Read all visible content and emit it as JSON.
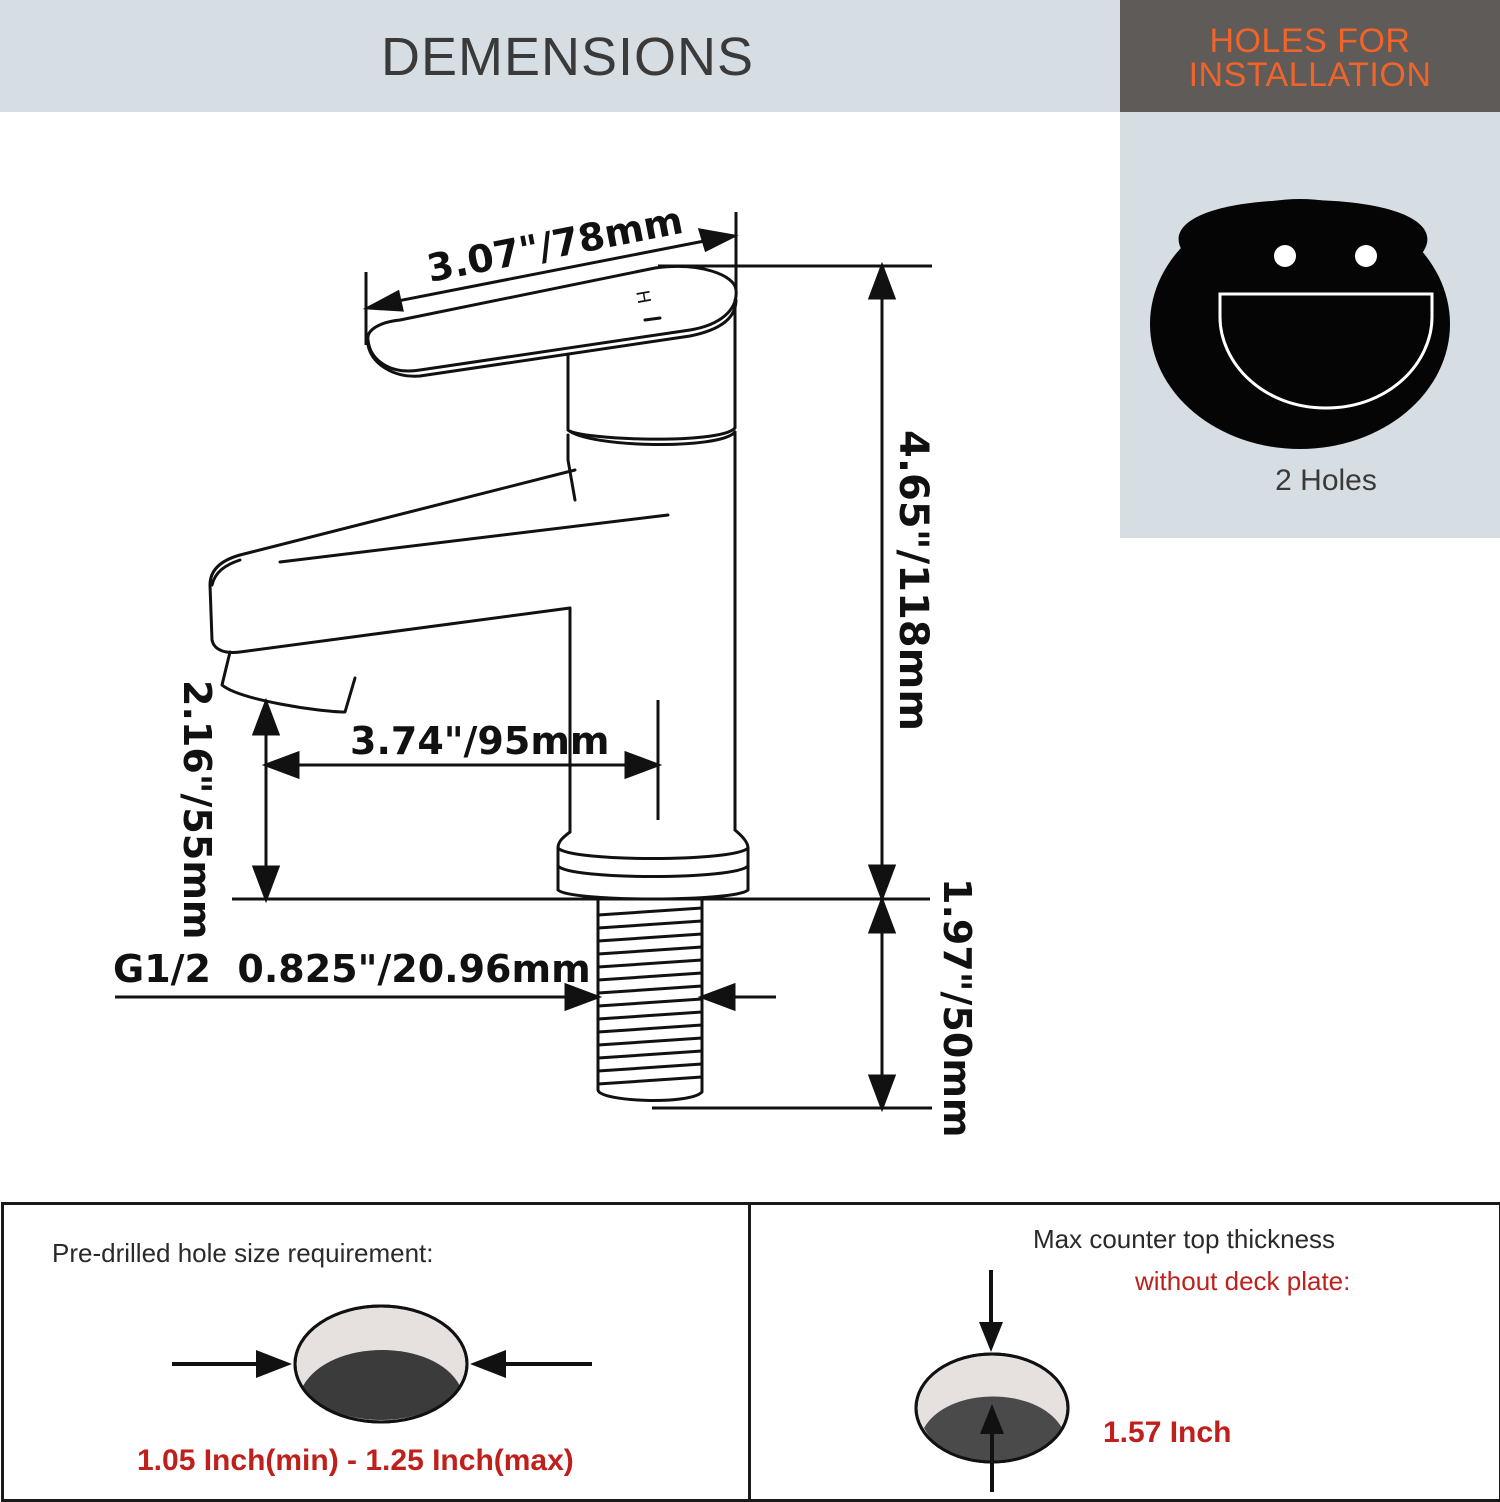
{
  "header": {
    "title": "DEMENSIONS"
  },
  "holes_panel": {
    "title_line1": "HOLES FOR",
    "title_line2": "INSTALLATION",
    "caption": "2 Holes"
  },
  "dimensions": {
    "handle_length": "3.07\"/78mm",
    "total_height": "4.65\"/118mm",
    "spout_reach": "3.74\"/95mm",
    "spout_height": "2.16\"/55mm",
    "thread_size": "G1/2  0.825\"/20.96mm",
    "shank_length": "1.97\"/50mm",
    "handle_mark": "H"
  },
  "bottom": {
    "left": {
      "label": "Pre-drilled hole size requirement:",
      "value": "1.05 Inch(min) - 1.25 Inch(max)"
    },
    "right": {
      "label_line1": "Max counter top thickness",
      "label_line2": "without deck plate:",
      "value": "1.57 Inch"
    }
  },
  "colors": {
    "header_bg": "#d6dde3",
    "holes_header_bg": "#5f5b58",
    "holes_header_text": "#f0642a",
    "value_red": "#c0201c"
  }
}
